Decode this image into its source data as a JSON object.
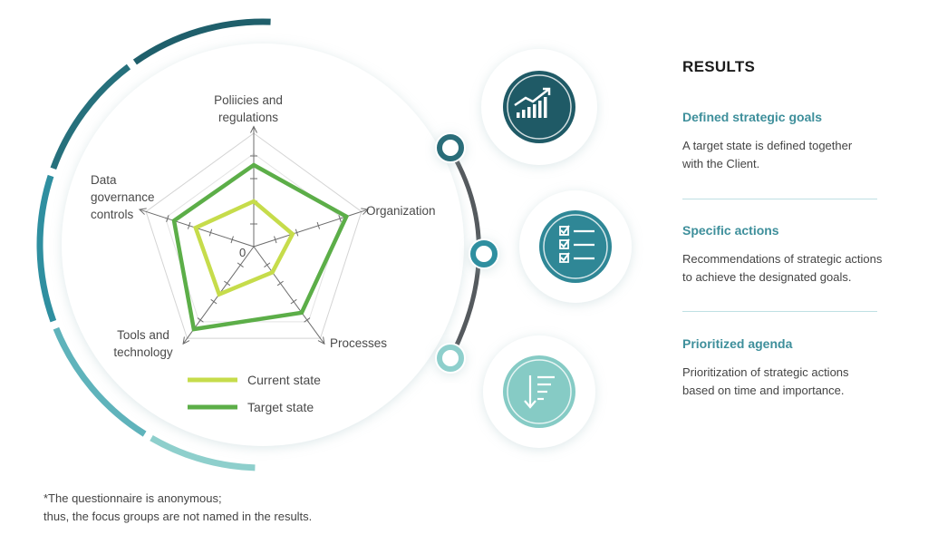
{
  "chart_data": {
    "type": "radar",
    "axes": [
      "Poliicies and regulations",
      "Organization",
      "Processes",
      "Tools and technology",
      "Data governance controls"
    ],
    "axis_label_lines": [
      [
        "Poliicies and",
        "regulations"
      ],
      [
        "Organization"
      ],
      [
        "Processes"
      ],
      [
        "Tools and",
        "technology"
      ],
      [
        "Data",
        "governance",
        "controls"
      ]
    ],
    "zero_label": "0",
    "max": 5,
    "series": [
      {
        "name": "Current state",
        "values": [
          2.0,
          1.8,
          1.4,
          2.6,
          2.7
        ],
        "color": "#c6dc4b"
      },
      {
        "name": "Target state",
        "values": [
          3.6,
          4.3,
          3.6,
          4.5,
          3.7
        ],
        "color": "#5cae48"
      }
    ]
  },
  "results": {
    "title": "RESULTS",
    "items": [
      {
        "heading": "Defined strategic goals",
        "text_lines": [
          "A target state is defined together",
          "with the Client."
        ],
        "icon": "chart-growth-icon"
      },
      {
        "heading": "Specific actions",
        "text_lines": [
          "Recommendations of strategic actions",
          "to achieve the designated goals."
        ],
        "icon": "checklist-icon"
      },
      {
        "heading": "Prioritized agenda",
        "text_lines": [
          "Prioritization of strategic actions",
          "based on time and importance."
        ],
        "icon": "sort-descending-icon"
      }
    ]
  },
  "footnote": {
    "lines": [
      "*The questionnaire is anonymous;",
      "thus, the focus groups are not named in the results."
    ]
  },
  "colors": {
    "teal_dark": "#1f5f6b",
    "teal_mid": "#2f8fa0",
    "teal_light": "#8ecfcc",
    "text_accent": "#3e8f9b"
  }
}
